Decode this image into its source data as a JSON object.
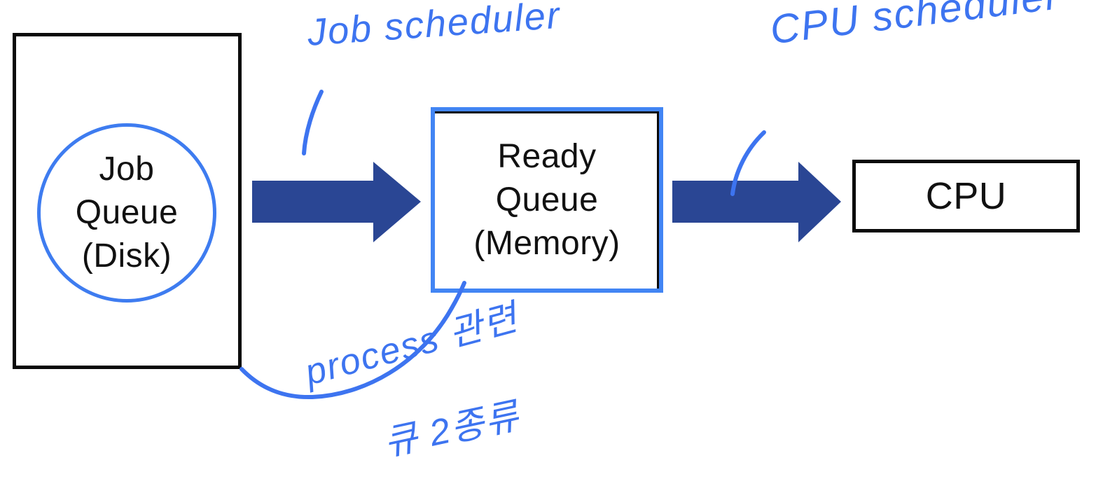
{
  "page": {
    "background": "#ffffff",
    "description": "Operating-system process scheduling diagram with handwritten pen annotations"
  },
  "nodes": {
    "job_queue": {
      "line1": "Job",
      "line2": "Queue",
      "line3": "(Disk)"
    },
    "ready_queue": {
      "line1": "Ready",
      "line2": "Queue",
      "line3": "(Memory)"
    },
    "cpu": {
      "label": "CPU"
    }
  },
  "annotations": {
    "job_scheduler": "Job scheduler",
    "cpu_scheduler": "CPU scheduler",
    "process_note_line1": "process 관련",
    "process_note_line2": "큐 2종류"
  },
  "colors": {
    "ink_blue": "#3D74F0",
    "shape_blue": "#3E7CF0",
    "highlight_blue": "#4285F4",
    "arrow_navy": "#2A4694",
    "outline_black": "#0a0a0a",
    "text_black": "#111111"
  }
}
